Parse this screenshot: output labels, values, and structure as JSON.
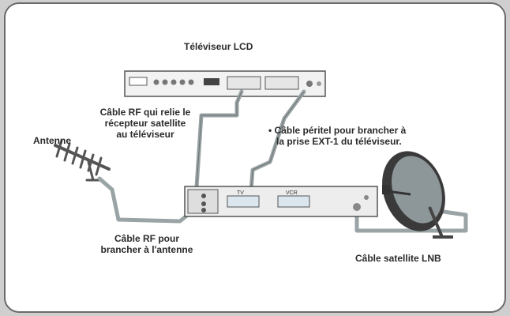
{
  "diagram": {
    "tv_title": "Téléviseur LCD",
    "antenna_label": "Antenne",
    "rf_receiver_lines": [
      "Câble RF qui relie le",
      "récepteur satellite",
      "au téléviseur"
    ],
    "scart_lines": [
      "• Câble péritel pour brancher à",
      "la prise EXT-1 du téléviseur."
    ],
    "rf_antenna_lines": [
      "Câble RF pour",
      "brancher à l'antenne"
    ],
    "lnb_label": "Câble satellite LNB",
    "port_labels": {
      "tv": "TV",
      "vcr": "VCR"
    }
  },
  "colors": {
    "background": "#cfcfcf",
    "panel": "#ffffff",
    "cable": "#9aa3a5",
    "device_outline": "#555555",
    "text": "#2a2a2a"
  }
}
